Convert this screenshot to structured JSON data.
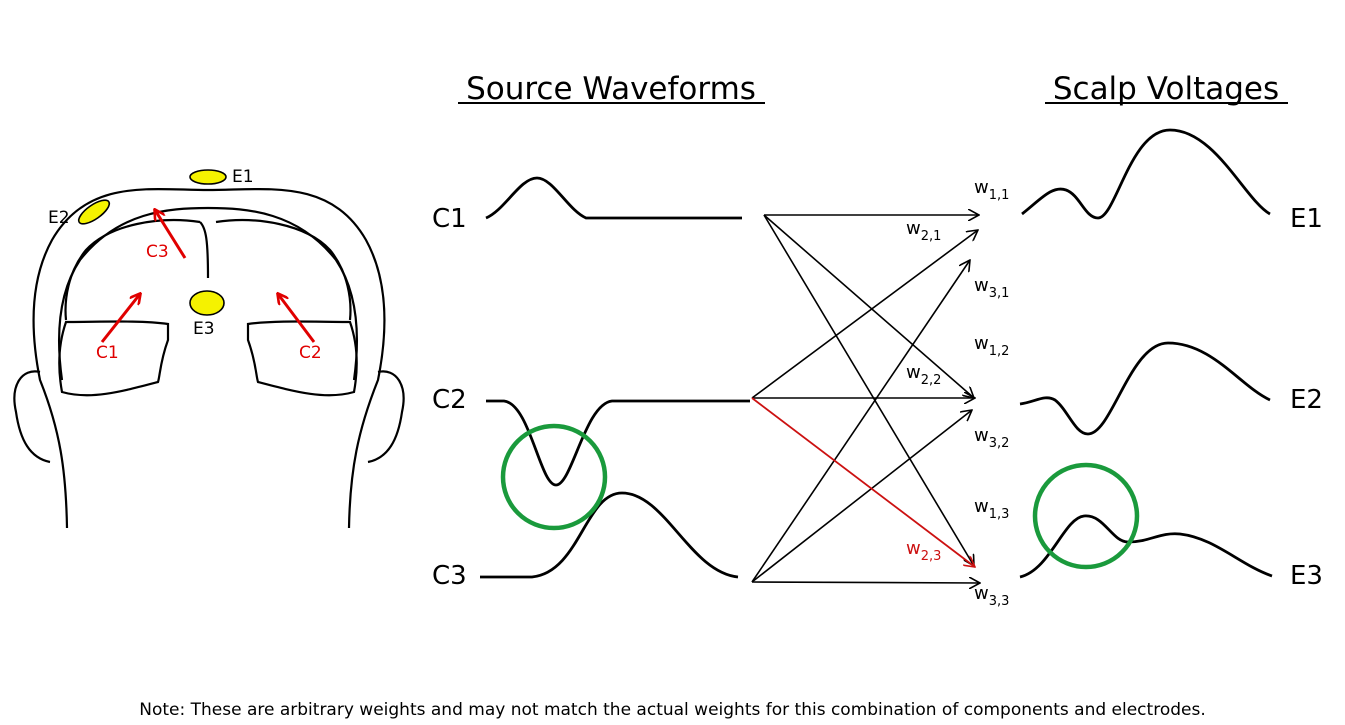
{
  "titles": {
    "source": "Source Waveforms",
    "scalp": "Scalp Voltages"
  },
  "head": {
    "electrodes": {
      "e1": "E1",
      "e2": "E2",
      "e3": "E3"
    },
    "components": {
      "c1": "C1",
      "c2": "C2",
      "c3": "C3"
    }
  },
  "sources": [
    {
      "label": "C1"
    },
    {
      "label": "C2"
    },
    {
      "label": "C3"
    }
  ],
  "electrodes": [
    {
      "label": "E1"
    },
    {
      "label": "E2"
    },
    {
      "label": "E3"
    }
  ],
  "weights": {
    "w11": {
      "base": "w",
      "sub": "1,1"
    },
    "w21": {
      "base": "w",
      "sub": "2,1"
    },
    "w31": {
      "base": "w",
      "sub": "3,1"
    },
    "w12": {
      "base": "w",
      "sub": "1,2"
    },
    "w22": {
      "base": "w",
      "sub": "2,2"
    },
    "w32": {
      "base": "w",
      "sub": "3,2"
    },
    "w13": {
      "base": "w",
      "sub": "1,3"
    },
    "w23": {
      "base": "w",
      "sub": "2,3"
    },
    "w33": {
      "base": "w",
      "sub": "3,3"
    }
  },
  "note": "Note: These are arbitrary weights and may not match the actual weights for this combination of components and electrodes.",
  "colors": {
    "ink": "#000000",
    "dipole": "#e00000",
    "electrode_fill": "#f5f200",
    "highlight": "#1a9a3c",
    "highlight_arrow": "#cc1111"
  }
}
